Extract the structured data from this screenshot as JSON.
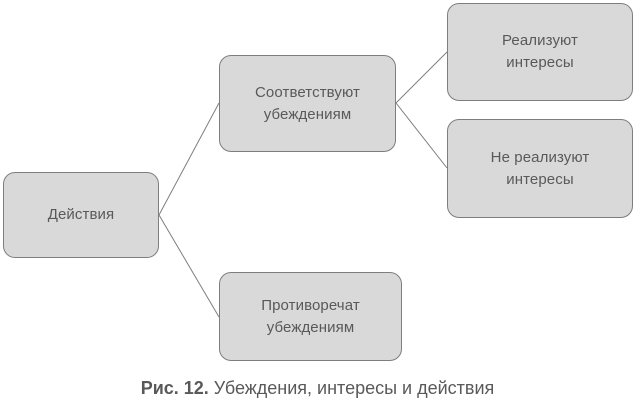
{
  "figure": {
    "caption_label": "Рис. 12.",
    "caption_text": " Убеждения, интересы и действия"
  },
  "diagram": {
    "nodes": {
      "actions": {
        "label": "Действия"
      },
      "match_beliefs": {
        "label": "Соответствуют убеждениям"
      },
      "contradict_beliefs": {
        "label": "Противоречат убеждениям"
      },
      "realize_interests": {
        "label": "Реализуют интересы"
      },
      "not_realize_interests": {
        "label": "Не реализуют интересы"
      }
    },
    "colors": {
      "node_fill": "#d9d9d9",
      "node_border": "#7e7e7e",
      "node_text": "#595959",
      "connector": "#7e7e7e",
      "caption_text": "#595959",
      "background": "#ffffff"
    }
  }
}
